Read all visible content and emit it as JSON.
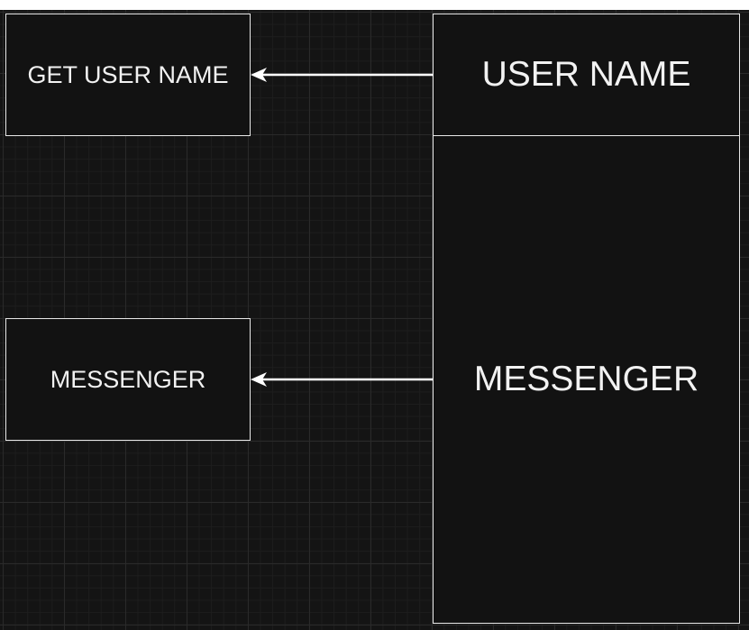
{
  "diagram": {
    "boxes": {
      "get_user_name": "GET USER NAME",
      "messenger_small": "MESSENGER",
      "user_name": "USER NAME",
      "messenger_large": "MESSENGER"
    },
    "edges": [
      {
        "from": "user_name",
        "to": "get_user_name"
      },
      {
        "from": "messenger_large",
        "to": "messenger_small"
      }
    ],
    "colors": {
      "background": "#141414",
      "grid": "#2a2a2a",
      "stroke": "#e8e8e8",
      "text": "#f2f2f2"
    }
  }
}
